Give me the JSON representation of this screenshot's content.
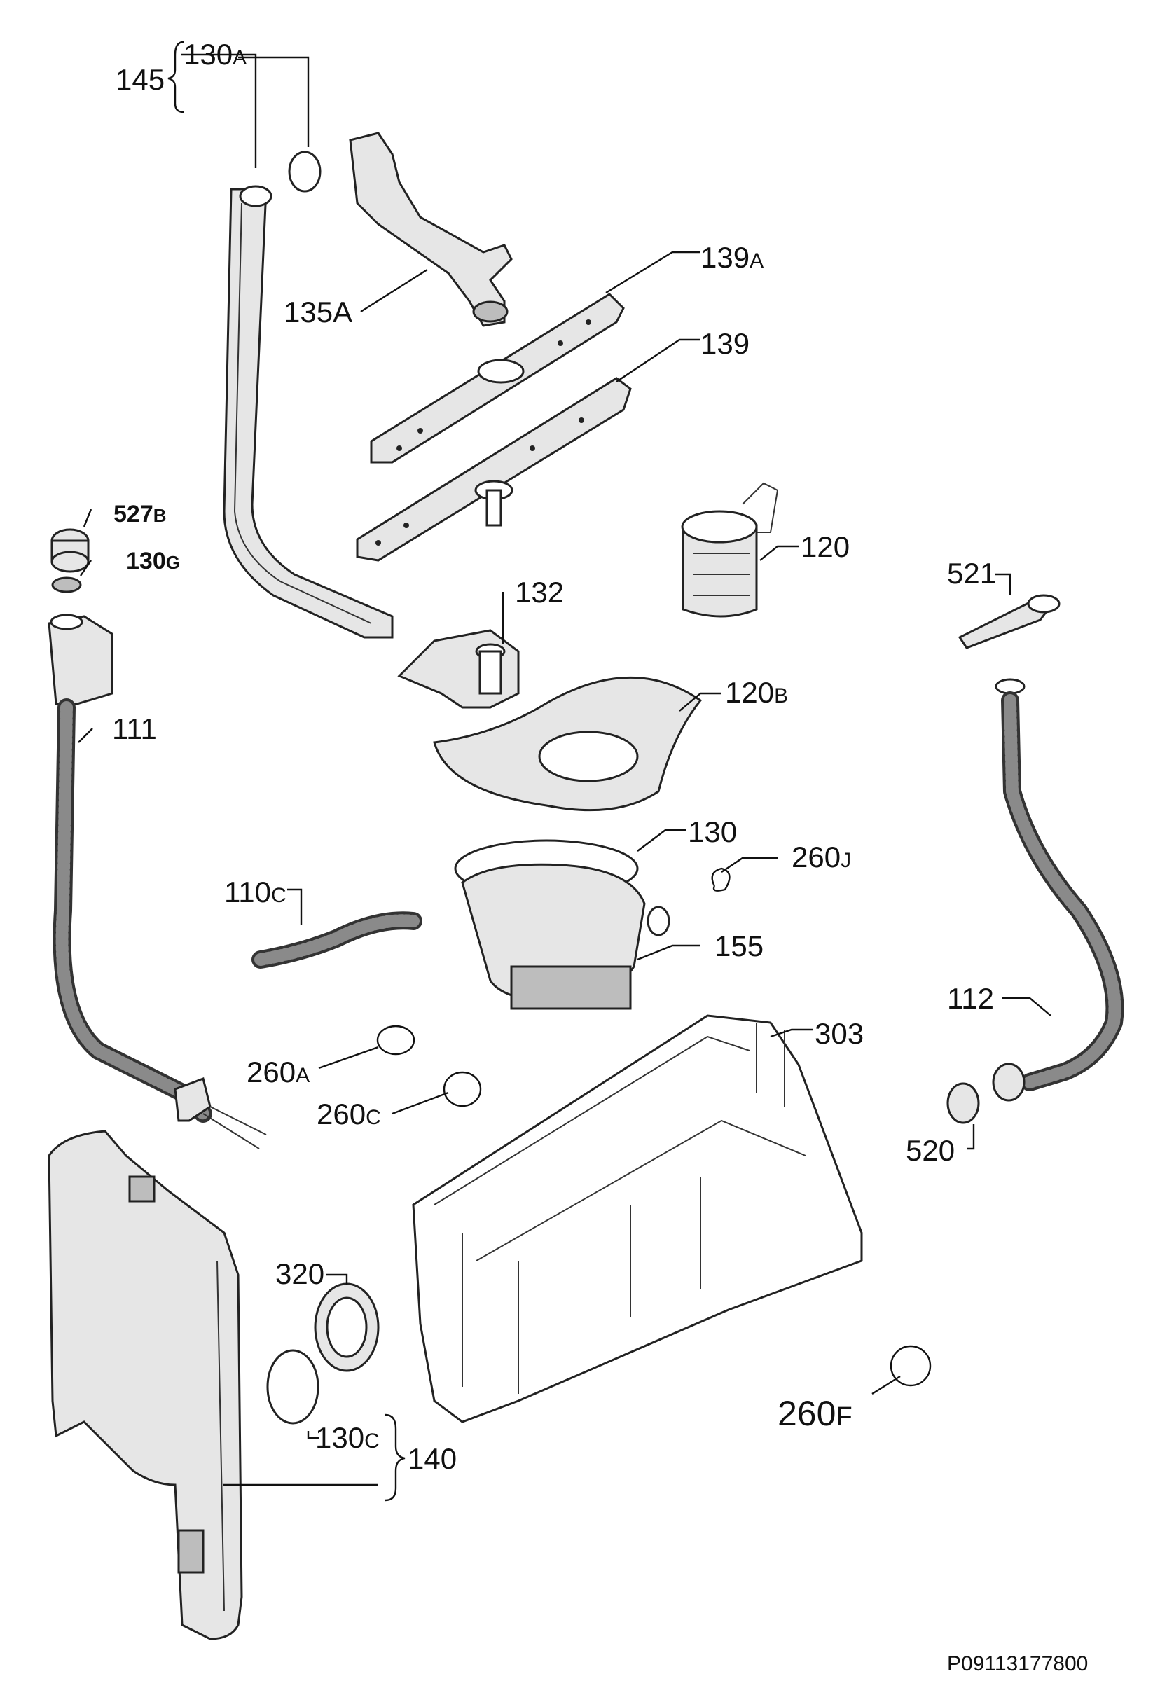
{
  "labels": {
    "l145": "145",
    "l130a": "130",
    "l130a_suffix": "A",
    "l135a": "135A",
    "l139a": "139",
    "l139a_suffix": "A",
    "l139": "139",
    "l527b": "527",
    "l527b_suffix": "B",
    "l130g": "130",
    "l130g_suffix": "G",
    "l120": "120",
    "l521": "521",
    "l132": "132",
    "l120b": "120",
    "l120b_suffix": "B",
    "l111": "111",
    "l130": "130",
    "l260j": "260",
    "l260j_suffix": "J",
    "l110c": "110",
    "l110c_suffix": "C",
    "l155": "155",
    "l112": "112",
    "l303": "303",
    "l260a": "260",
    "l260a_suffix": "A",
    "l260c": "260",
    "l260c_suffix": "C",
    "l520": "520",
    "l320": "320",
    "l130c": "130",
    "l130c_suffix": "C",
    "l140": "140",
    "l260f": "260",
    "l260f_suffix": "F"
  },
  "document_code": "P09113177800"
}
